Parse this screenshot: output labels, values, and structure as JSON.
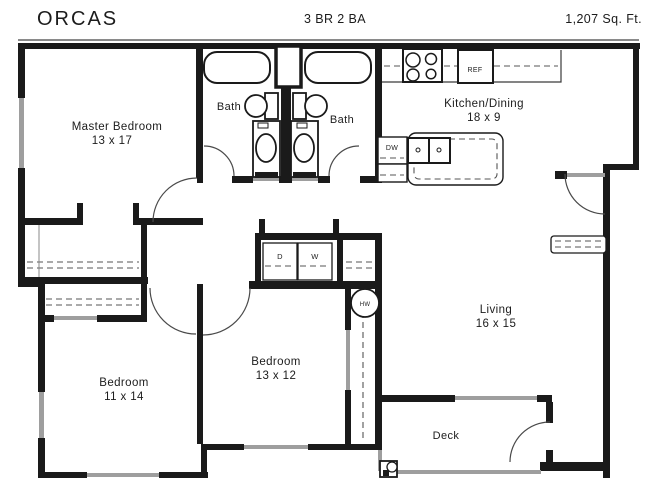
{
  "header": {
    "title": "ORCAS",
    "specs": "3 BR 2 BA",
    "area": "1,207 Sq. Ft."
  },
  "rooms": {
    "master_bedroom": {
      "name": "Master Bedroom",
      "dims": "13 x 17"
    },
    "kitchen_dining": {
      "name": "Kitchen/Dining",
      "dims": "18 x 9"
    },
    "living": {
      "name": "Living",
      "dims": "16 x 15"
    },
    "bedroom_2": {
      "name": "Bedroom",
      "dims": "11 x 14"
    },
    "bedroom_3": {
      "name": "Bedroom",
      "dims": "13 x 12"
    },
    "bath_1": {
      "name": "Bath"
    },
    "bath_2": {
      "name": "Bath"
    },
    "deck": {
      "name": "Deck"
    }
  },
  "labels": {
    "refrigerator": "REF",
    "dishwasher": "DW",
    "dryer": "D",
    "washer": "W",
    "water_heater": "HW"
  },
  "colors": {
    "wall": "#1a1a1a",
    "window": "#9e9e9e",
    "line": "#555555",
    "text": "#1c1c1c"
  }
}
